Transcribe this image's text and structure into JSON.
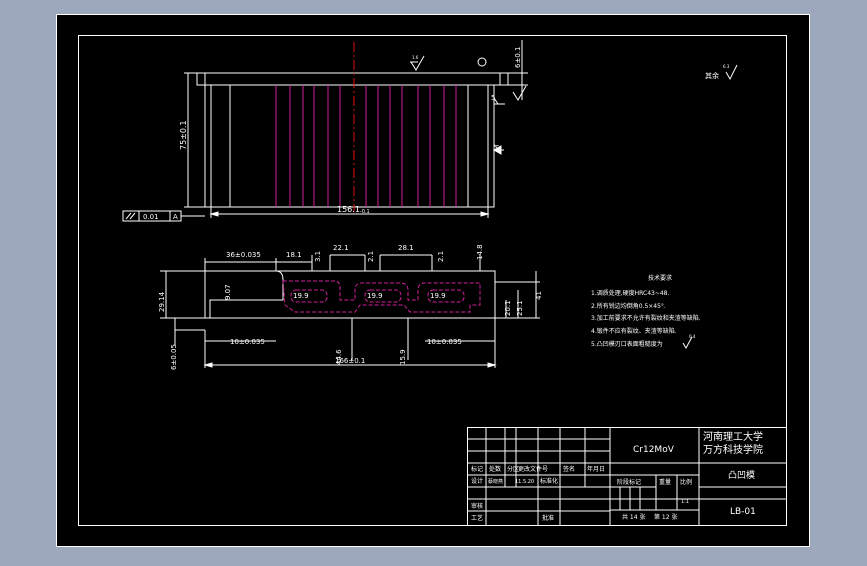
{
  "colors": {
    "background": "#9ea8bd",
    "paper": "#000000",
    "lines": "#ffffff",
    "hidden_lines": "#d0209a",
    "centerline": "#e01010",
    "text": "#ffffff"
  },
  "front_view": {
    "height_dim": "75±0.1",
    "width_dim": "156.1",
    "width_tol": "-0.1",
    "right_dim": "5",
    "top_dim": "6±0.1",
    "frame_tol": "0.01",
    "frame_ref": "A",
    "datum": "A",
    "roughness_top": "1.6"
  },
  "plan_view": {
    "dims_top": [
      "36±0.035",
      "18.1",
      "3.1",
      "22.1",
      "28.1",
      "2.1",
      "2.1",
      "14.8"
    ],
    "dims_inner": [
      "9.07",
      "19.9",
      "19.9",
      "19.9"
    ],
    "dims_left": [
      "29.14",
      "6±0.05"
    ],
    "dims_right": [
      "20.1",
      "25.1",
      "41"
    ],
    "dims_bottom": [
      "10±0.035",
      "44.6",
      "15.9",
      "10±0.035",
      "166±0.1"
    ]
  },
  "roughness_note": "其余",
  "roughness_note_value": "6.3",
  "tech_requirements": {
    "title": "技术要求",
    "items": [
      "1.调质处理,硬度HRC43~48.",
      "2.所有锐边均倒角0.5×45°.",
      "3.加工前要求不允许有裂纹和夹渣等缺陷.",
      "4.锻件不应有裂纹、夹渣等缺陷.",
      "5.凸凹模刃口表面粗糙度为"
    ],
    "item5_value": "0.4"
  },
  "title_block": {
    "material": "Cr12MoV",
    "school_line1": "河南理工大学",
    "school_line2": "万方科技学院",
    "part_name": "凸凹模",
    "drawing_no": "LB-01",
    "row_labels": [
      "标记",
      "处数",
      "分区",
      "更改文件号",
      "签名",
      "年月日"
    ],
    "design_label": "设计",
    "designer": "蔡晓燕",
    "design_date": "11.5.20",
    "standard_label": "标准化",
    "stage_label": "阶段标记",
    "weight_label": "重量",
    "scale_label": "比例",
    "scale": "1:1",
    "review_label": "审核",
    "process_label": "工艺",
    "approve_label": "批准",
    "sheets_total": "共 14 张",
    "sheet_no": "第 12 张"
  }
}
